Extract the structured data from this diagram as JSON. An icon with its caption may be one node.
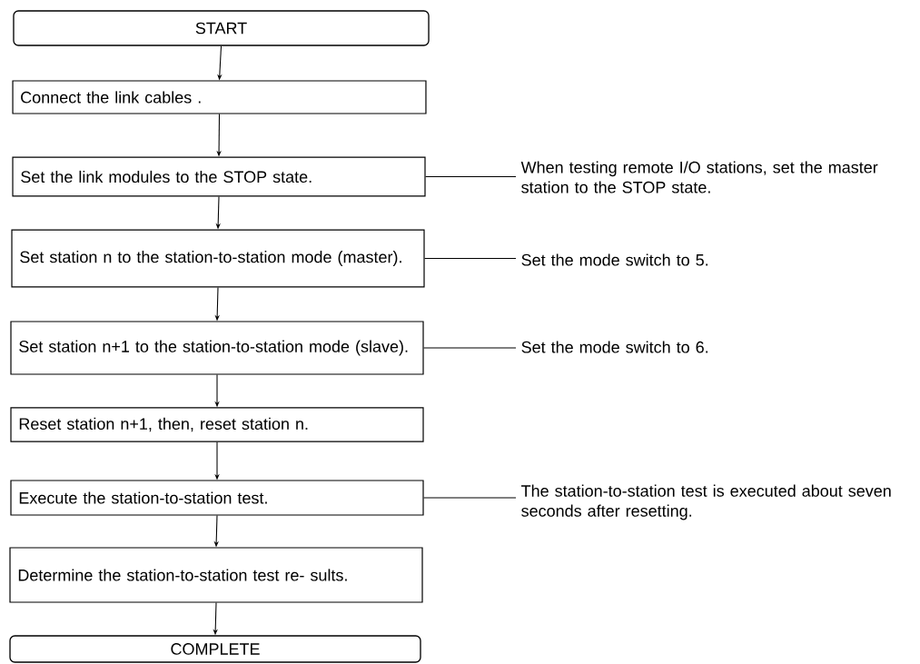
{
  "diagram": {
    "nodes": [
      {
        "text": [
          "START"
        ]
      },
      {
        "text": [
          "Connect the link cables ."
        ]
      },
      {
        "text": [
          "Set the link modules to the STOP state."
        ]
      },
      {
        "text": [
          "Set station n to the station-to-station mode (master)."
        ]
      },
      {
        "text": [
          "Set station n+1 to the station-to-station mode (slave)."
        ]
      },
      {
        "text": [
          "Reset station n+1, then, reset station n."
        ]
      },
      {
        "text": [
          "Execute the station-to-station test."
        ]
      },
      {
        "text": [
          "Determine the station-to-station test re- sults."
        ]
      },
      {
        "text": [
          "COMPLETE"
        ]
      },
      {
        "text": [
          "When testing remote I/O stations, set the master station to the STOP state."
        ]
      },
      {
        "text": [
          "Set the mode switch to 5."
        ]
      },
      {
        "text": [
          "Set the mode switch to 6."
        ]
      },
      {
        "text": [
          "The station-to-station test is executed about seven seconds after resetting."
        ]
      }
    ],
    "edges": [
      {
        "from": 0,
        "to": 1,
        "arrow": "to"
      },
      {
        "from": 1,
        "to": 2,
        "arrow": "to"
      },
      {
        "from": 2,
        "to": 3,
        "arrow": "to"
      },
      {
        "from": 3,
        "to": 4,
        "arrow": "to"
      },
      {
        "from": 4,
        "to": 5,
        "arrow": "to"
      },
      {
        "from": 5,
        "to": 6,
        "arrow": "to"
      },
      {
        "from": 6,
        "to": 7,
        "arrow": "to"
      },
      {
        "from": 7,
        "to": 8,
        "arrow": "to"
      },
      {
        "from": 2,
        "to": 9,
        "arrow": "none"
      },
      {
        "from": 3,
        "to": 10,
        "arrow": "none"
      },
      {
        "from": 4,
        "to": 11,
        "arrow": "none"
      },
      {
        "from": 6,
        "to": 12,
        "arrow": "none"
      }
    ]
  }
}
